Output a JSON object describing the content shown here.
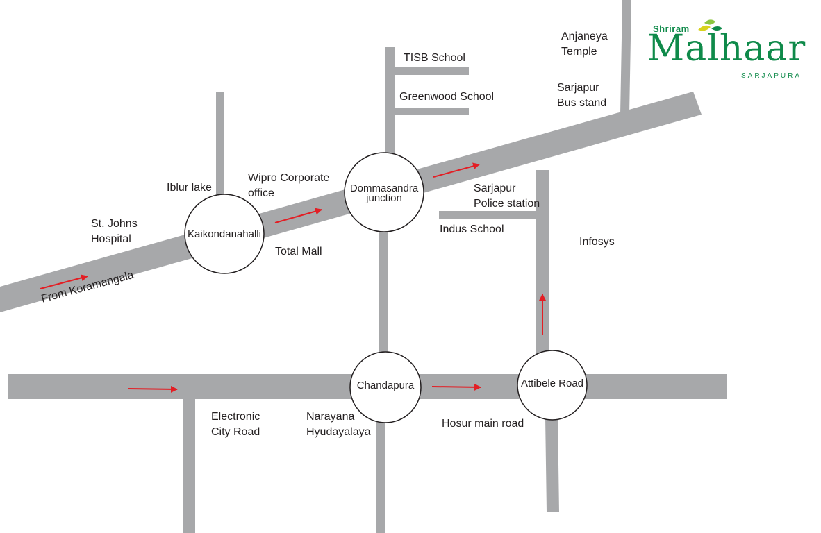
{
  "brand": {
    "top": "Shriram",
    "main": "Malhaar",
    "sub": "SARJAPURA"
  },
  "junctions": {
    "kaikondanahalli": "Kaikondanahalli",
    "dommasandra_line1": "Dommasandra",
    "dommasandra_line2": "junction",
    "chandapura": "Chandapura",
    "attibele": "Attibele Road"
  },
  "landmarks": {
    "anjaneya_line1": "Anjaneya",
    "anjaneya_line2": "Temple",
    "tisb": "TISB School",
    "greenwood": "Greenwood School",
    "bus_stand_line1": "Sarjapur",
    "bus_stand_line2": "Bus stand",
    "iblur": "Iblur lake",
    "wipro_line1": "Wipro Corporate",
    "wipro_line2": "office",
    "police_line1": "Sarjapur",
    "police_line2": "Police station",
    "indus": "Indus School",
    "st_johns_line1": "St. Johns",
    "st_johns_line2": "Hospital",
    "total_mall": "Total Mall",
    "infosys": "Infosys",
    "from_koramangala": "From Koramangala",
    "electronic_city_line1": "Electronic",
    "electronic_city_line2": "City Road",
    "narayana_line1": "Narayana",
    "narayana_line2": "Hyudayalaya",
    "hosur": "Hosur main road"
  },
  "colors": {
    "road": "#a7a8aa",
    "arrow": "#e31e24",
    "brand": "#0f8a4a",
    "leaf_yellow": "#d8d21e",
    "leaf_green": "#8cc63f"
  }
}
